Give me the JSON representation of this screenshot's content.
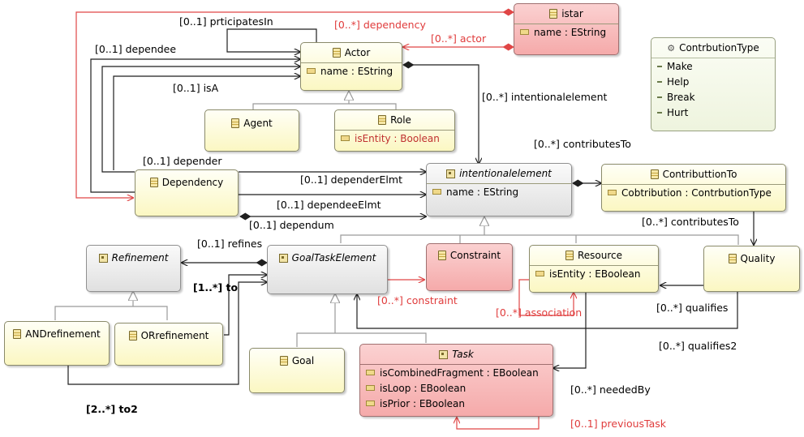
{
  "colors": {
    "wire_dark": "#1f1f1f",
    "wire_red": "#e04646",
    "class_yellow": "#fbf7c2",
    "class_red": "#f5aaaa",
    "class_abstract": "#e6e6e6"
  },
  "classes": {
    "istar": {
      "name": "istar",
      "attrs": [
        "name : EString"
      ]
    },
    "actor": {
      "name": "Actor",
      "attrs": [
        "name : EString"
      ]
    },
    "agent": {
      "name": "Agent"
    },
    "role": {
      "name": "Role",
      "attrs": [
        "isEntity : Boolean"
      ]
    },
    "dependency": {
      "name": "Dependency"
    },
    "intentionalelement": {
      "name": "intentionalelement",
      "attrs": [
        "name : EString"
      ]
    },
    "contributtionto": {
      "name": "ContributtionTo",
      "attrs": [
        "Cobtribution : ContrbutionType"
      ]
    },
    "refinement": {
      "name": "Refinement"
    },
    "goaltaskelement": {
      "name": "GoalTaskElement"
    },
    "constraint": {
      "name": "Constraint"
    },
    "resource": {
      "name": "Resource",
      "attrs": [
        "isEntity : EBoolean"
      ]
    },
    "quality": {
      "name": "Quality"
    },
    "andrefinement": {
      "name": "ANDrefinement"
    },
    "orrefinement": {
      "name": "ORrefinement"
    },
    "goal": {
      "name": "Goal"
    },
    "task": {
      "name": "Task",
      "attrs": [
        "isCombinedFragment : EBoolean",
        "isLoop : EBoolean",
        "isPrior : EBoolean"
      ]
    }
  },
  "enum_type": {
    "name": "ContrbutionType",
    "literals": [
      "Make",
      "Help",
      "Break",
      "Hurt"
    ]
  },
  "labels": {
    "prticipatesIn": "[0..1] prticipatesIn",
    "dependency_red": "[0..*] dependency",
    "actor_red": "[0..*] actor",
    "dependee": "[0..1] dependee",
    "isA": "[0..1] isA",
    "intentionalelement_ref": "[0..*] intentionalelement",
    "contributesTo_top": "[0..*] contributesTo",
    "depender": "[0..1] depender",
    "dependerElmt": "[0..1] dependerElmt",
    "dependeeElmt": "[0..1] dependeeElmt",
    "dependum": "[0..1] dependum",
    "contributesTo_right": "[0..*] contributesTo",
    "refines": "[0..1] refines",
    "to": "[1..*] to",
    "constraint_red": "[0..*] constraint",
    "association_red": "[0..*] association",
    "qualifies": "[0..*] qualifies",
    "qualifies2": "[0..*] qualifies2",
    "neededBy": "[0..*] neededBy",
    "to2": "[2..*] to2",
    "previousTask": "[0..1] previousTask"
  }
}
